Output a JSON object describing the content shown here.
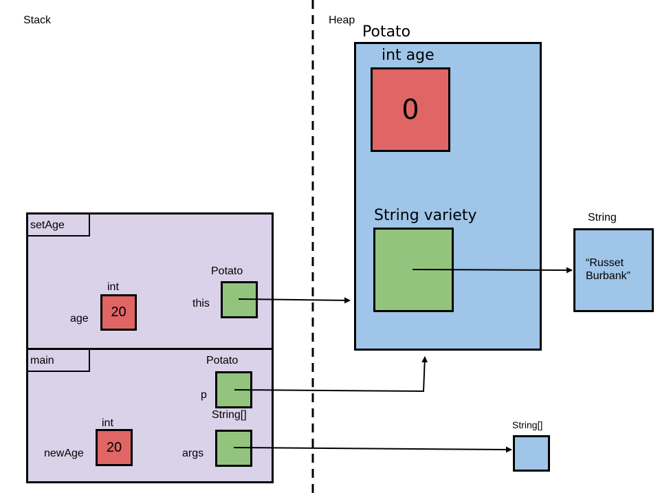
{
  "stack_label": "Stack",
  "heap_label": "Heap",
  "frames": {
    "setAge": {
      "name": "setAge",
      "age": {
        "type": "int",
        "name": "age",
        "value": "20"
      },
      "this": {
        "type": "Potato",
        "name": "this"
      }
    },
    "main": {
      "name": "main",
      "p": {
        "type": "Potato",
        "name": "p"
      },
      "args": {
        "type": "String[]",
        "name": "args"
      },
      "newAge": {
        "type": "int",
        "name": "newAge",
        "value": "20"
      }
    }
  },
  "heap": {
    "potato": {
      "title": "Potato",
      "age_field": {
        "label": "int age",
        "value": "0"
      },
      "variety_field": {
        "label": "String variety"
      }
    },
    "string": {
      "title": "String",
      "value": "“Russet Burbank”"
    },
    "string_array": {
      "title": "String[]"
    }
  },
  "colors": {
    "frame_fill": "#d9d2e9",
    "primitive_fill": "#e06666",
    "reference_fill": "#93c47d",
    "heap_object_fill": "#9fc5e8"
  }
}
